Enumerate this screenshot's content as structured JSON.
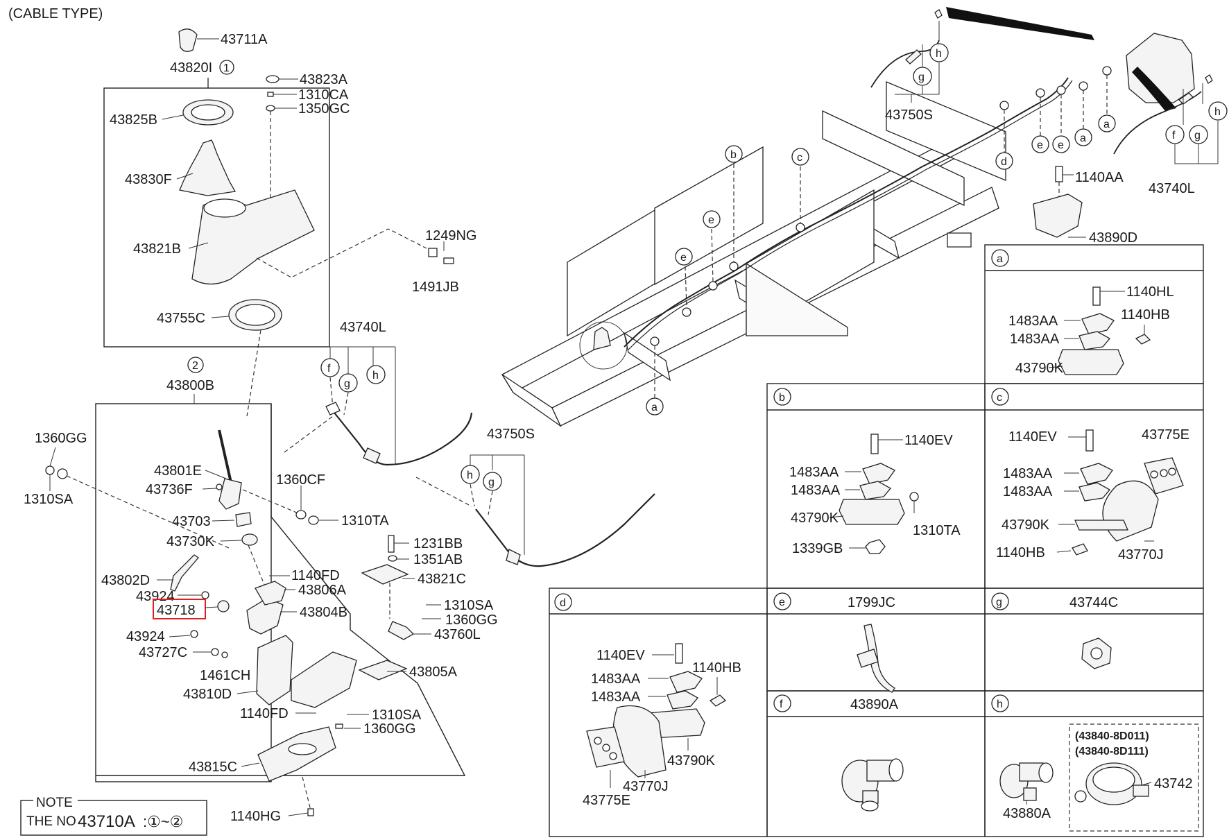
{
  "header": {
    "cable_type": "(CABLE TYPE)"
  },
  "note": {
    "title": "NOTE",
    "prefix": "THE NO",
    "code": "43710A",
    "range": ":①~②"
  },
  "callouts": {
    "c1": "1",
    "c2": "2",
    "a": "a",
    "b": "b",
    "c": "c",
    "d": "d",
    "e": "e",
    "f": "f",
    "g": "g",
    "h": "h"
  },
  "labels": {
    "p43711A": "43711A",
    "p43820I": "43820I",
    "p43823A": "43823A",
    "p1310CA": "1310CA",
    "p1350GC": "1350GC",
    "p43825B": "43825B",
    "p43830F": "43830F",
    "p43821B": "43821B",
    "p1249NG": "1249NG",
    "p1491JB": "1491JB",
    "p43755C": "43755C",
    "p43740L_a": "43740L",
    "p43800B": "43800B",
    "p1360GG_a": "1360GG",
    "p1310SA_a": "1310SA",
    "p43801E": "43801E",
    "p43736F": "43736F",
    "p1360CF": "1360CF",
    "p1310TA_a": "1310TA",
    "p43703": "43703",
    "p43730K": "43730K",
    "p43750S_a": "43750S",
    "p1231BB": "1231BB",
    "p1351AB": "1351AB",
    "p43802D": "43802D",
    "p1140FD_a": "1140FD",
    "p43821C": "43821C",
    "p43924_a": "43924",
    "p43806A": "43806A",
    "p43718": "43718",
    "p43804B": "43804B",
    "p1310SA_b": "1310SA",
    "p1360GG_b": "1360GG",
    "p43760L": "43760L",
    "p43924_b": "43924",
    "p43727C": "43727C",
    "p1461CH": "1461CH",
    "p43805A": "43805A",
    "p43810D": "43810D",
    "p1140FD_b": "1140FD",
    "p1310SA_c": "1310SA",
    "p1360GG_c": "1360GG",
    "p43815C": "43815C",
    "p1140HG": "1140HG",
    "p43750S_b": "43750S",
    "p1140AA": "1140AA",
    "p43740L_b": "43740L",
    "p43890D": "43890D"
  },
  "panels": {
    "a": {
      "p1140HL": "1140HL",
      "p1483AA_1": "1483AA",
      "p1140HB": "1140HB",
      "p1483AA_2": "1483AA",
      "p43790K": "43790K"
    },
    "b": {
      "p1140EV": "1140EV",
      "p1483AA_1": "1483AA",
      "p1483AA_2": "1483AA",
      "p43790K": "43790K",
      "p1310TA": "1310TA",
      "p1339GB": "1339GB"
    },
    "c": {
      "p1140EV": "1140EV",
      "p43775E": "43775E",
      "p1483AA_1": "1483AA",
      "p1483AA_2": "1483AA",
      "p43790K": "43790K",
      "p1140HB": "1140HB",
      "p43770J": "43770J"
    },
    "d": {
      "p1140EV": "1140EV",
      "p1483AA_1": "1483AA",
      "p1140HB": "1140HB",
      "p1483AA_2": "1483AA",
      "p43790K": "43790K",
      "p43770J": "43770J",
      "p43775E": "43775E"
    },
    "e": {
      "title": "1799JC"
    },
    "g": {
      "title": "43744C"
    },
    "f": {
      "title": "43890A"
    },
    "h": {
      "p43880A": "43880A",
      "alt1": "(43840-8D011)",
      "alt2": "(43840-8D111)",
      "p43742": "43742"
    }
  }
}
